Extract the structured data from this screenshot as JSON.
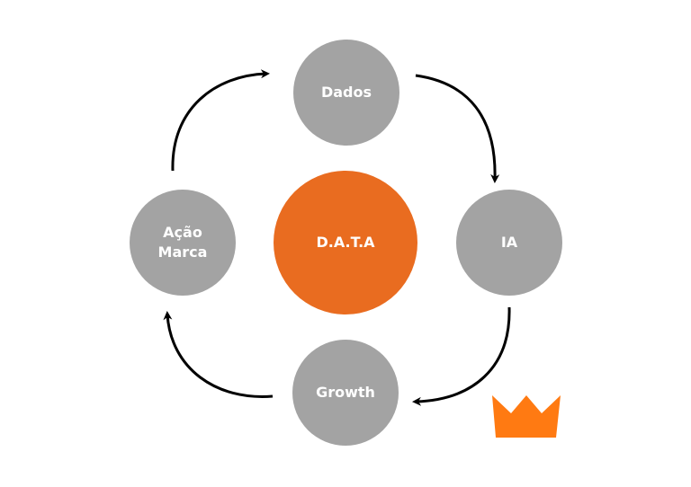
{
  "nodes": {
    "dados": "Dados",
    "ia": "IA",
    "growth": "Growth",
    "acao_marca_line1": "Ação",
    "acao_marca_line2": "Marca",
    "center": "D.A.T.A"
  },
  "colors": {
    "node": "#a3a3a3",
    "center": "#e96c20",
    "crown": "#ff7a12",
    "arrow": "#000000"
  },
  "icons": [
    "crown-icon"
  ]
}
